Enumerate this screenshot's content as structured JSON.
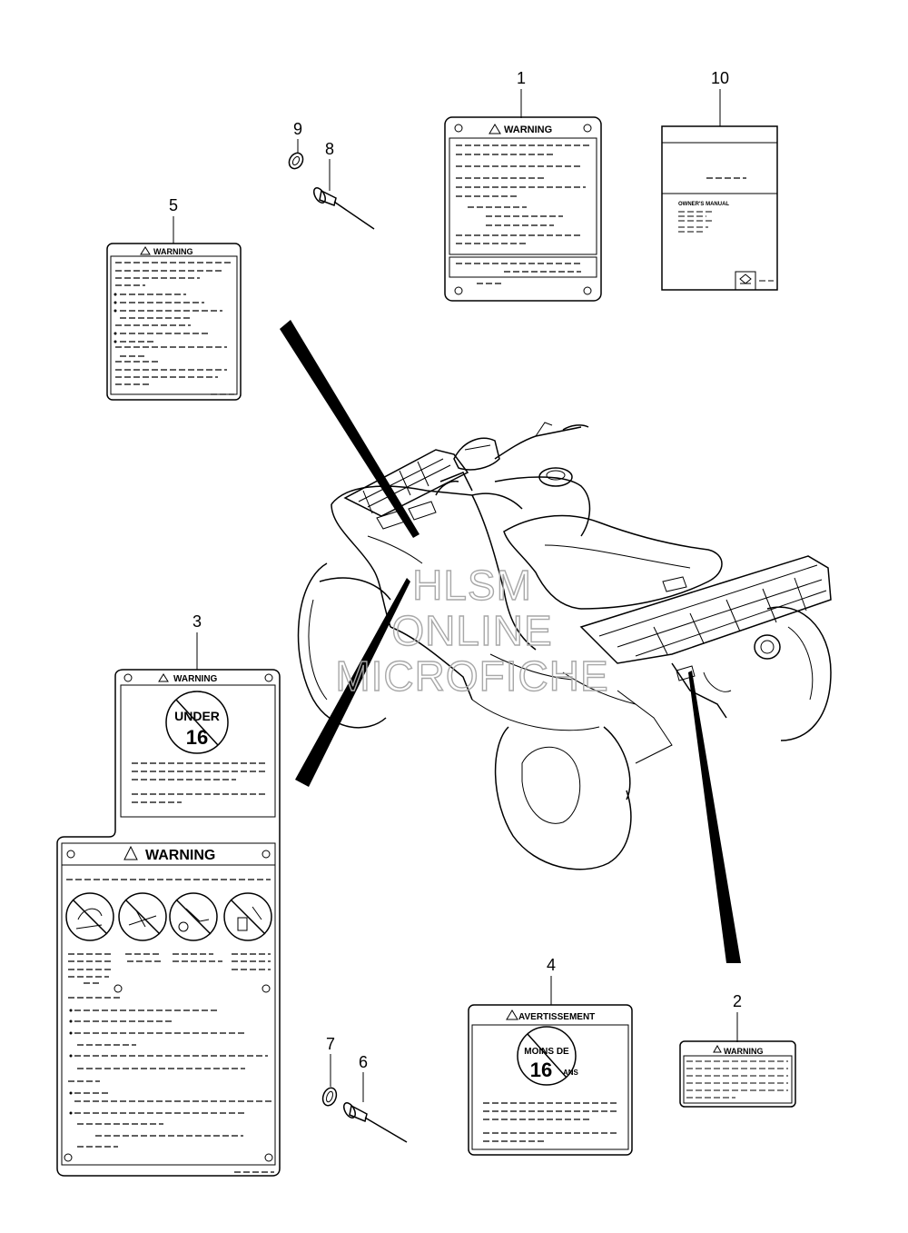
{
  "callouts": {
    "c1": "1",
    "c2": "2",
    "c3": "3",
    "c4": "4",
    "c5": "5",
    "c6": "6",
    "c7": "7",
    "c8": "8",
    "c9": "9",
    "c10": "10"
  },
  "labels": {
    "warning": "WARNING",
    "avertissement": "AVERTISSEMENT",
    "under": "UNDER",
    "sixteen": "16",
    "moins_de": "MOINS DE",
    "ans": "ANS",
    "owners_manual": "OWNER'S MANUAL"
  },
  "watermark": {
    "line1": "HLSM",
    "line2": "ONLINE",
    "line3": "MICROFICHE"
  }
}
